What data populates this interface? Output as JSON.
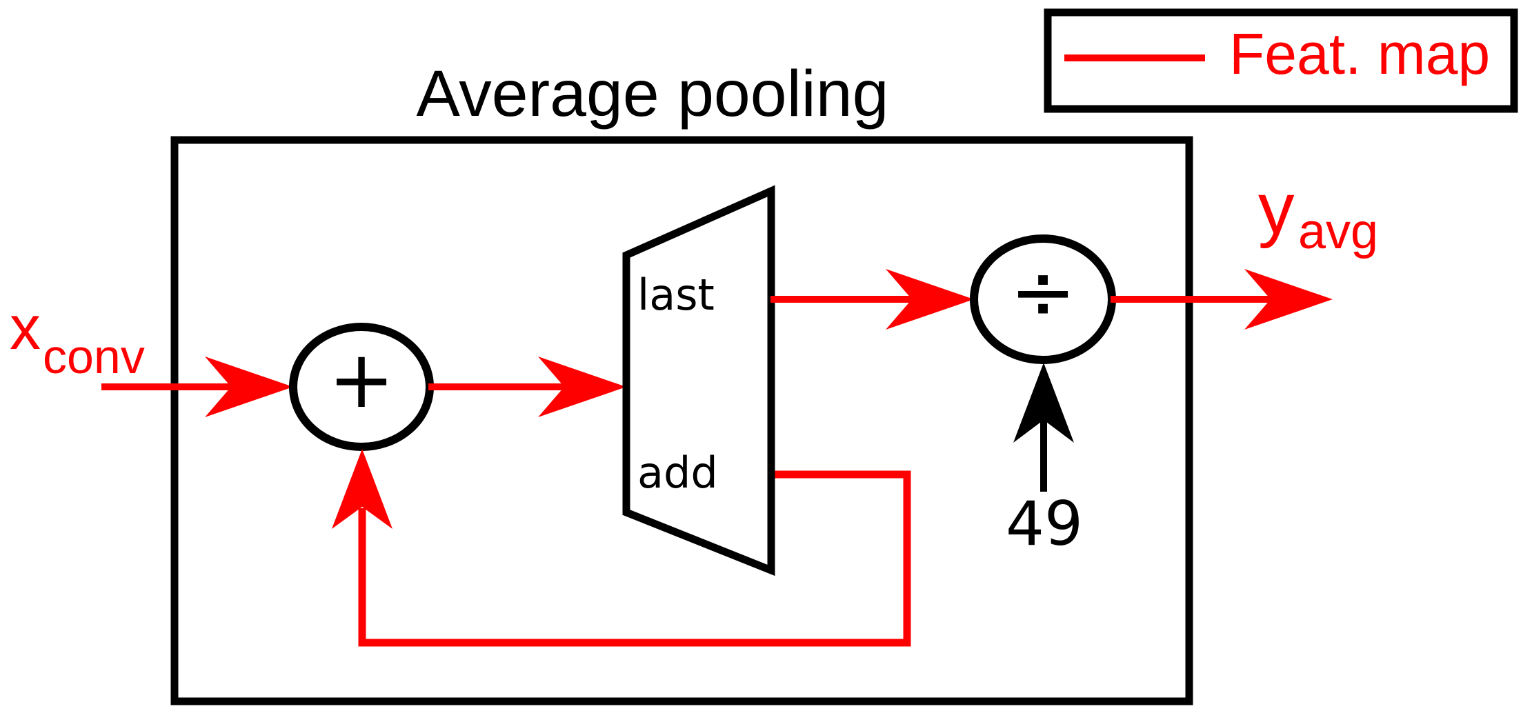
{
  "colors": {
    "feature_map_red": "#ff0000",
    "outline_black": "#000000",
    "background": "#ffffff"
  },
  "diagram": {
    "title": "Average pooling",
    "legend": {
      "label": "Feat. map",
      "swatch": "red-line"
    },
    "input_signal": {
      "base": "x",
      "subscript": "conv"
    },
    "output_signal": {
      "base": "y",
      "subscript": "avg"
    },
    "adder": {
      "symbol": "+"
    },
    "selector": {
      "top_option": "last",
      "bottom_option": "add"
    },
    "divider": {
      "symbol": "÷",
      "divisor": "49"
    }
  }
}
